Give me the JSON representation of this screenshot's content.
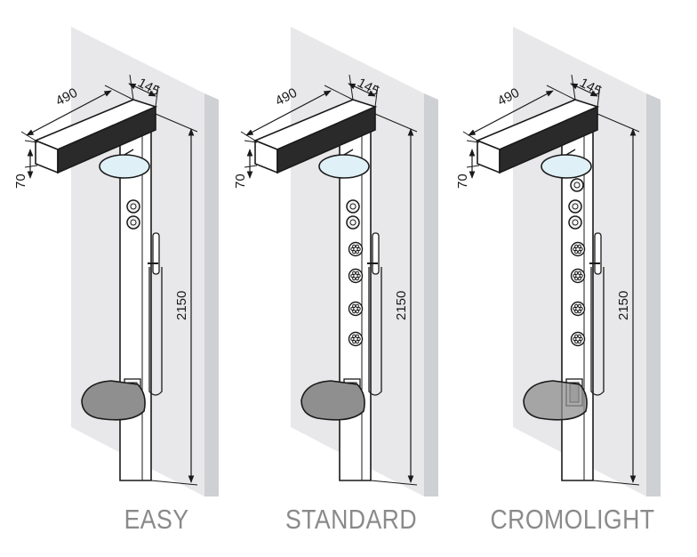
{
  "panels": [
    {
      "name": "EASY",
      "dimensions": {
        "depth": "490",
        "width": "145",
        "thickness": "70",
        "height": "2150"
      },
      "body_jets": 0,
      "light_cone": false
    },
    {
      "name": "STANDARD",
      "dimensions": {
        "depth": "490",
        "width": "145",
        "thickness": "70",
        "height": "2150"
      },
      "body_jets": 4,
      "light_cone": false
    },
    {
      "name": "CROMOLIGHT",
      "dimensions": {
        "depth": "490",
        "width": "145",
        "thickness": "70",
        "height": "2150"
      },
      "body_jets": 4,
      "light_cone": true
    }
  ],
  "colors": {
    "wall": "#e8e8ea",
    "wall_side": "#cfd0d3",
    "column": "#ffffff",
    "outline": "#1a1a1a",
    "head_fill": "#dff0f7",
    "seat": "#8f8f8f",
    "caption": "#8a8a8a",
    "light": "#fff2b0"
  }
}
